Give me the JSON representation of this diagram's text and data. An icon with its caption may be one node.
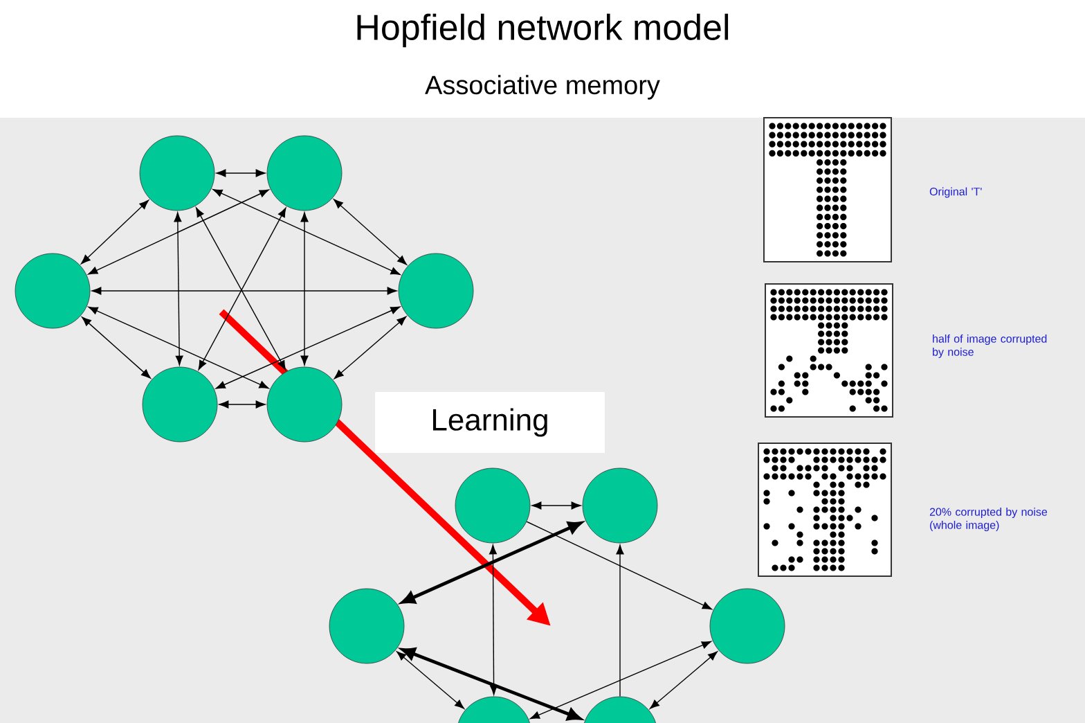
{
  "diagram": {
    "title": "Hopfield network model",
    "nodes": [
      {
        "text": [],
        "shape": "circle"
      },
      {
        "text": [],
        "shape": "circle"
      },
      {
        "text": [],
        "shape": "circle"
      },
      {
        "text": [],
        "shape": "circle"
      },
      {
        "text": [],
        "shape": "circle"
      },
      {
        "text": [],
        "shape": "circle"
      },
      {
        "text": [],
        "shape": "circle"
      },
      {
        "text": [],
        "shape": "circle"
      },
      {
        "text": [],
        "shape": "circle"
      },
      {
        "text": [],
        "shape": "circle"
      },
      {
        "text": [],
        "shape": "circle"
      },
      {
        "text": [],
        "shape": "circle"
      },
      {
        "text": [],
        "shape": "picture",
        "beside": [
          "Original 'T'"
        ]
      },
      {
        "text": [],
        "shape": "picture",
        "beside": [
          "half of image corrupted by noise"
        ]
      },
      {
        "text": [],
        "shape": "picture",
        "beside": [
          "20% corrupted by noise (whole image)"
        ]
      }
    ],
    "edges": [
      {
        "from": 0,
        "to": 1,
        "arrow": "both"
      },
      {
        "from": 0,
        "to": 2,
        "arrow": "both"
      },
      {
        "from": 0,
        "to": 3,
        "arrow": "both"
      },
      {
        "from": 0,
        "to": 4,
        "arrow": "both"
      },
      {
        "from": 0,
        "to": 5,
        "arrow": "both"
      },
      {
        "from": 1,
        "to": 2,
        "arrow": "both"
      },
      {
        "from": 1,
        "to": 3,
        "arrow": "both"
      },
      {
        "from": 1,
        "to": 4,
        "arrow": "both"
      },
      {
        "from": 1,
        "to": 5,
        "arrow": "both"
      },
      {
        "from": 2,
        "to": 3,
        "arrow": "both"
      },
      {
        "from": 2,
        "to": 4,
        "arrow": "both"
      },
      {
        "from": 2,
        "to": 5,
        "arrow": "both"
      },
      {
        "from": 3,
        "to": 4,
        "arrow": "both"
      },
      {
        "from": 3,
        "to": 5,
        "arrow": "both"
      },
      {
        "from": 4,
        "to": 5,
        "arrow": "both"
      },
      {
        "from": 6,
        "to": 7,
        "arrow": "both"
      },
      {
        "from": 6,
        "to": 10,
        "arrow": "both"
      },
      {
        "from": 6,
        "to": 9,
        "arrow": "to"
      },
      {
        "from": 8,
        "to": 7,
        "arrow": "both",
        "style": "thick"
      },
      {
        "from": 8,
        "to": 11,
        "arrow": "both",
        "style": "thick"
      },
      {
        "from": 11,
        "to": 7,
        "arrow": "to"
      },
      {
        "from": 8,
        "to": 10,
        "arrow": "both"
      },
      {
        "from": 9,
        "to": 10,
        "arrow": "both"
      },
      {
        "from": 9,
        "to": 11,
        "arrow": "both"
      }
    ],
    "labels": [
      "Associative memory",
      "Learning"
    ]
  }
}
